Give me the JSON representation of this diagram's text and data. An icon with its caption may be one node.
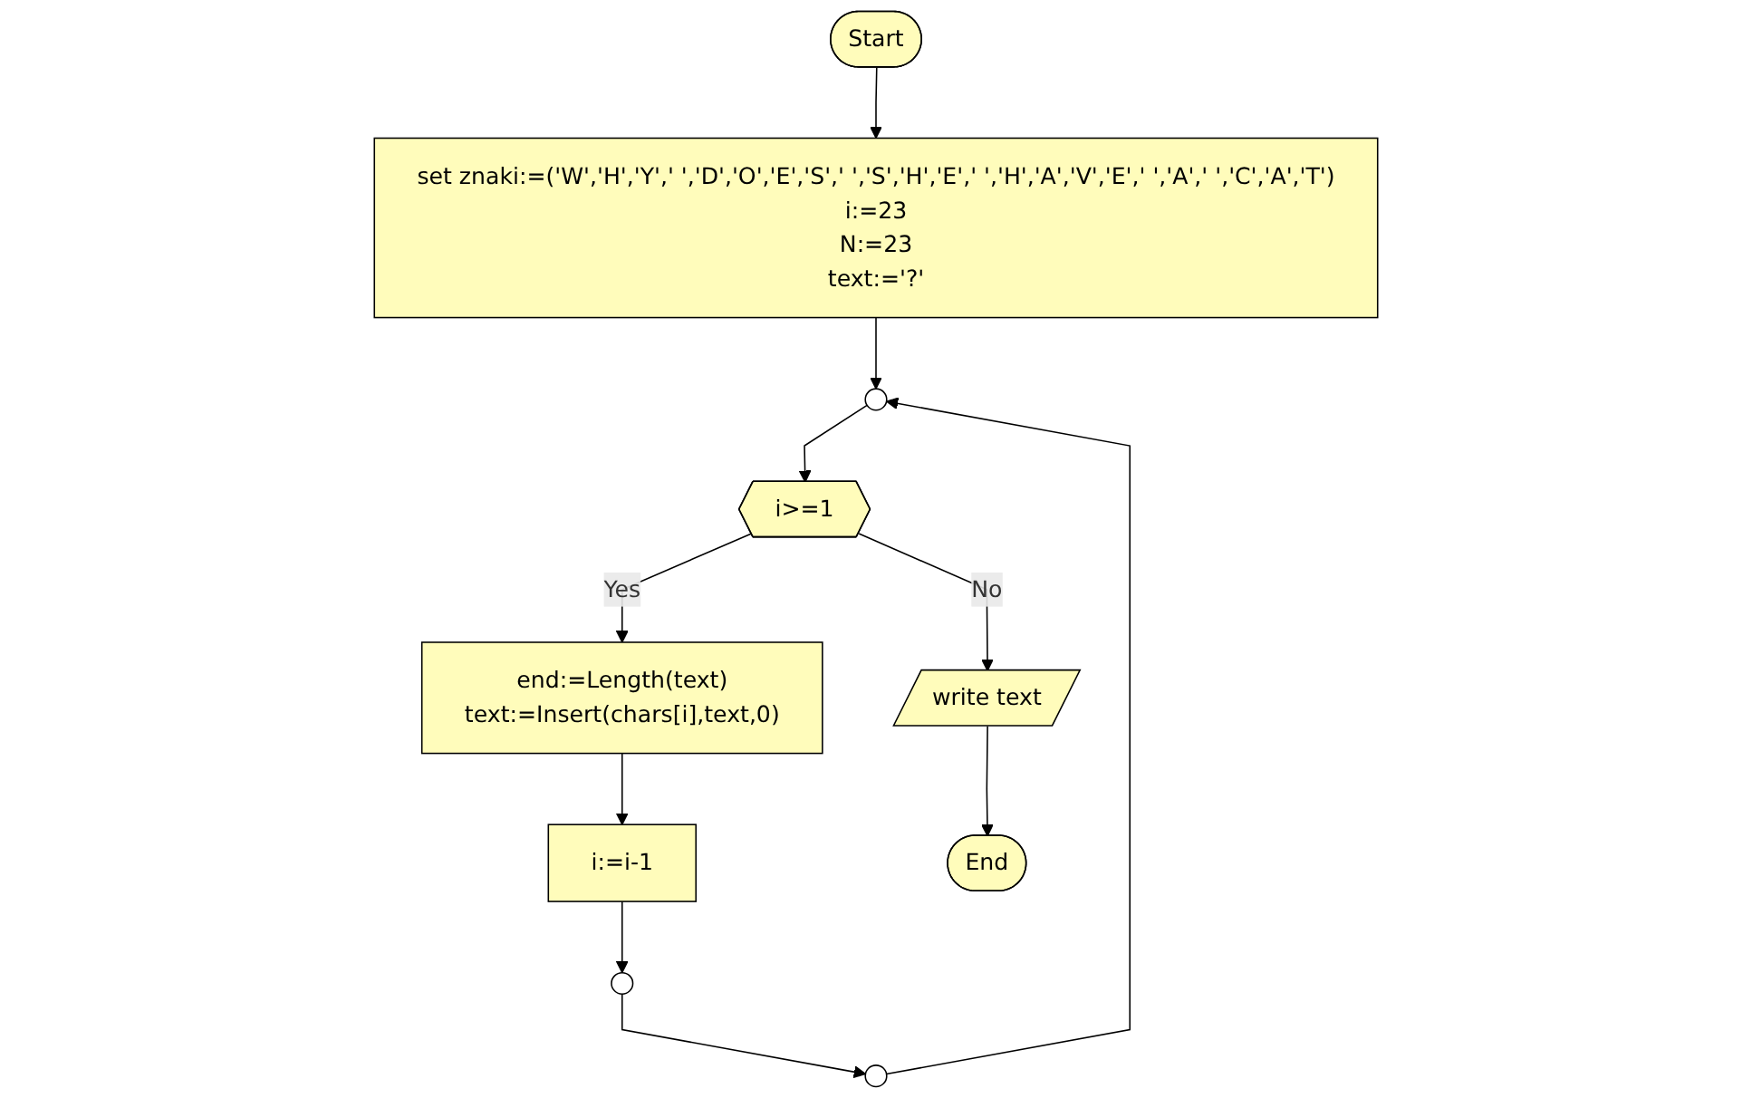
{
  "diagram": {
    "nodes": [
      {
        "text": [
          "Start"
        ]
      },
      {
        "text": [
          "set znaki:=('W','H','Y',' ','D','O','E','S',' ','S','H','E',' ','H','A','V','E',' ','A',' ','C','A','T')",
          "i:=23",
          "N:=23",
          "text:='?'"
        ]
      },
      {
        "text": [],
        "shape": "circle"
      },
      {
        "text": [
          "i>=1"
        ]
      },
      {
        "text": [
          "write text"
        ]
      },
      {
        "text": [
          "end:=Length(text)",
          "text:=Insert(chars[i],text,0)"
        ]
      },
      {
        "text": [
          "i:=i-1"
        ]
      },
      {
        "text": [
          "End"
        ]
      },
      {
        "text": [],
        "shape": "circle"
      },
      {
        "text": [],
        "shape": "circle"
      }
    ],
    "edges": [
      {
        "from": 0,
        "to": 1,
        "arrow": "to"
      },
      {
        "from": 1,
        "to": 2,
        "arrow": "to"
      },
      {
        "from": 2,
        "to": 3,
        "arrow": "to"
      },
      {
        "from": 3,
        "to": 5,
        "label": "Yes",
        "arrow": "to"
      },
      {
        "from": 3,
        "to": 4,
        "label": "No",
        "arrow": "to"
      },
      {
        "from": 5,
        "to": 6,
        "arrow": "to"
      },
      {
        "from": 6,
        "to": 8,
        "arrow": "to"
      },
      {
        "from": 8,
        "to": 9,
        "arrow": "to"
      },
      {
        "from": 9,
        "to": 2,
        "arrow": "to"
      },
      {
        "from": 4,
        "to": 7,
        "arrow": "to"
      }
    ]
  }
}
